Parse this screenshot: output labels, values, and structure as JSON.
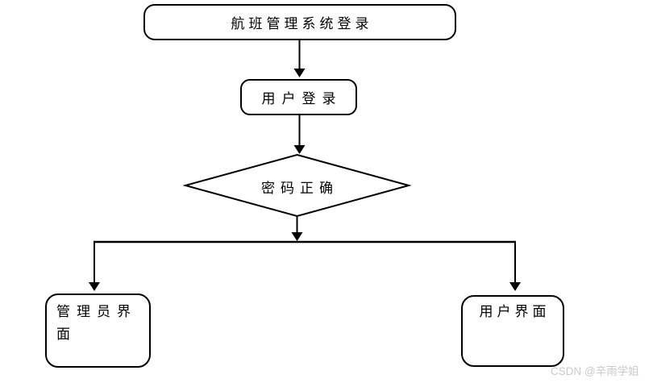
{
  "diagram": {
    "nodes": {
      "start": {
        "type": "terminator",
        "label": "航班管理系统登录"
      },
      "login": {
        "type": "terminator",
        "label": "用户登录"
      },
      "decision": {
        "type": "decision",
        "label": "密码正确"
      },
      "admin": {
        "type": "terminator",
        "label": "管理员界面"
      },
      "user": {
        "type": "terminator",
        "label": "用户界面"
      }
    },
    "edges": [
      {
        "from": "start",
        "to": "login"
      },
      {
        "from": "login",
        "to": "decision"
      },
      {
        "from": "decision",
        "to": "branch-junction"
      },
      {
        "from": "branch-junction",
        "to": "admin"
      },
      {
        "from": "branch-junction",
        "to": "user"
      }
    ],
    "colors": {
      "stroke": "#000000",
      "background": "#ffffff",
      "watermark_text": "#c9c9c9"
    }
  },
  "watermark": {
    "text": "CSDN @辛雨学姐"
  }
}
